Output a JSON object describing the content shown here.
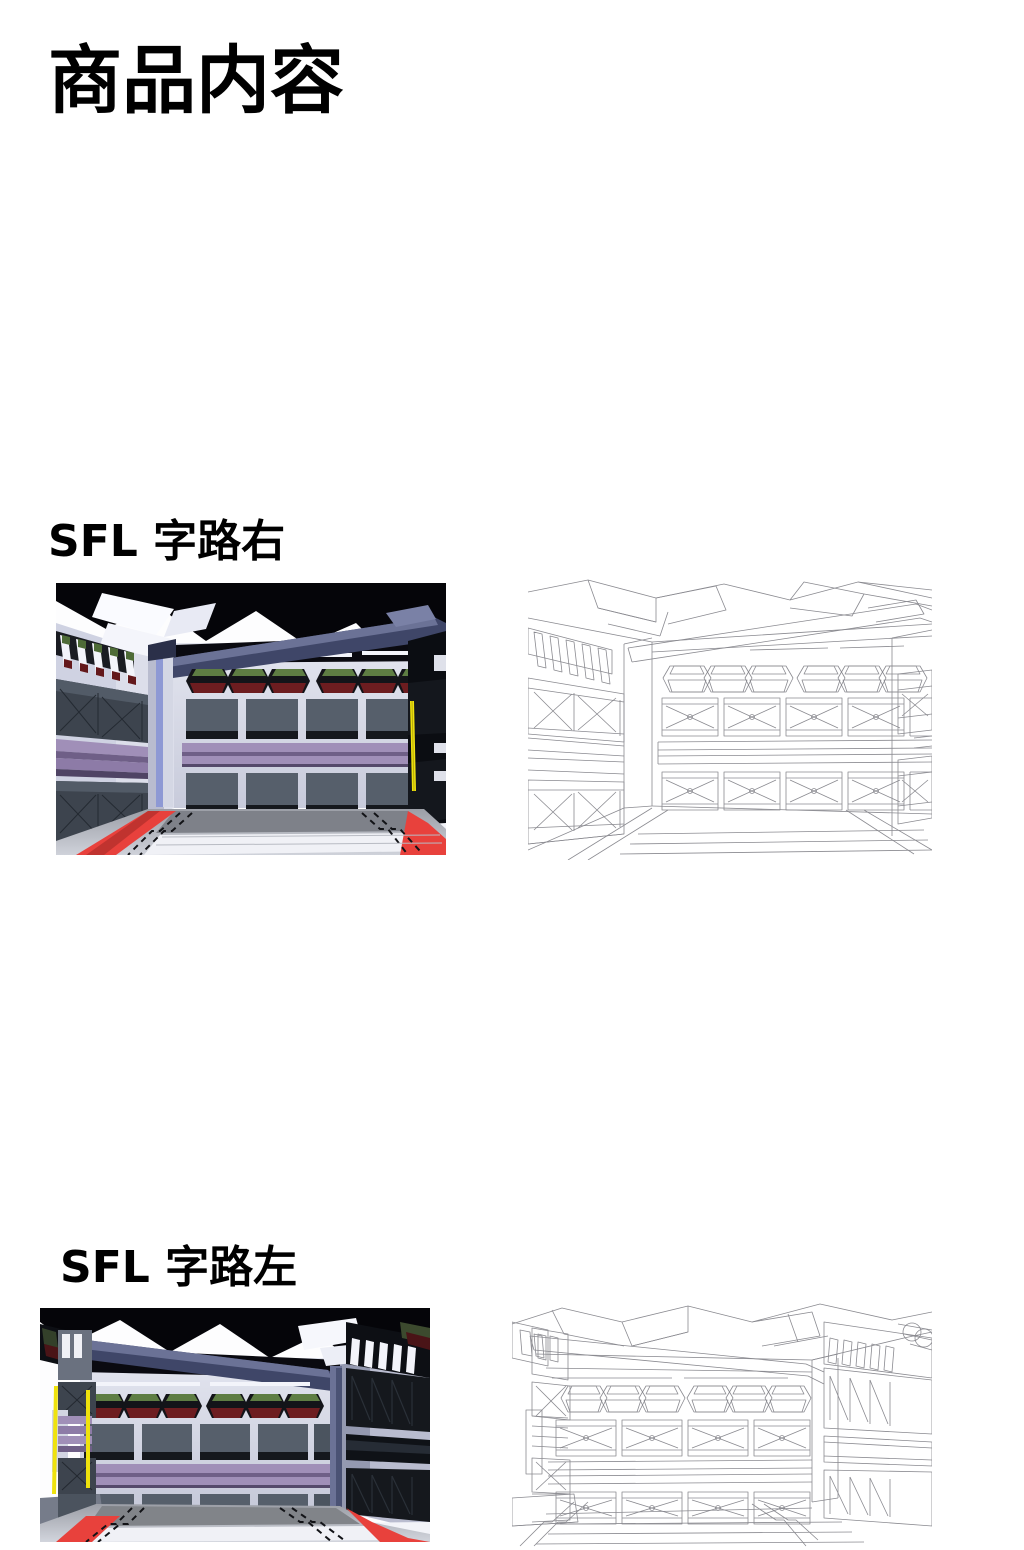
{
  "page": {
    "title": "商品内容",
    "background_color": "#ffffff",
    "text_color": "#000000"
  },
  "sections": [
    {
      "id": "right",
      "label": "SFL 字路右",
      "render": {
        "name": "sfl-corridor-right-colored",
        "alt": "SFL 字路右 カラー レンダリング",
        "view": "three-quarter interior corridor looking toward far wall, right variant"
      },
      "lineart": {
        "name": "sfl-corridor-right-lineart",
        "alt": "SFL 字路右 線画 ワイヤーフレーム",
        "view": "same corridor rendered as outline / line art"
      }
    },
    {
      "id": "left",
      "label": "SFL 字路左",
      "render": {
        "name": "sfl-corridor-left-colored",
        "alt": "SFL 字路左 カラー レンダリング",
        "view": "mirrored interior corridor, left variant"
      },
      "lineart": {
        "name": "sfl-corridor-left-lineart",
        "alt": "SFL 字路左 線画 ワイヤーフレーム",
        "view": "mirrored corridor rendered as outline / line art"
      }
    }
  ],
  "palette": {
    "ceiling_dark": "#050509",
    "beam_blue": "#3f4668",
    "beam_blue_light": "#6b7296",
    "wall_light": "#d8d9e6",
    "wall_lighter": "#eceef6",
    "wall_mid": "#b9bccf",
    "wall_shadow": "#8f93ab",
    "crate_grey": "#565f6b",
    "crate_grey_dark": "#3d444e",
    "crate_black": "#15181d",
    "panel_green": "#5e7d43",
    "panel_red": "#6d1d20",
    "panel_black": "#121317",
    "band_purple": "#a08fb8",
    "band_purple_dark": "#6f5f87",
    "floor_white": "#f2f3f8",
    "floor_grey": "#8b8e95",
    "floor_grey_dark": "#6e7178",
    "stripe_red": "#e8413c",
    "stripe_red_dark": "#9c2b28",
    "cable_yellow": "#efe20d",
    "pillar_blue": "#8e99d4",
    "line_ink": "#8a8a90",
    "line_ink_soft": "#b5b5bb"
  }
}
